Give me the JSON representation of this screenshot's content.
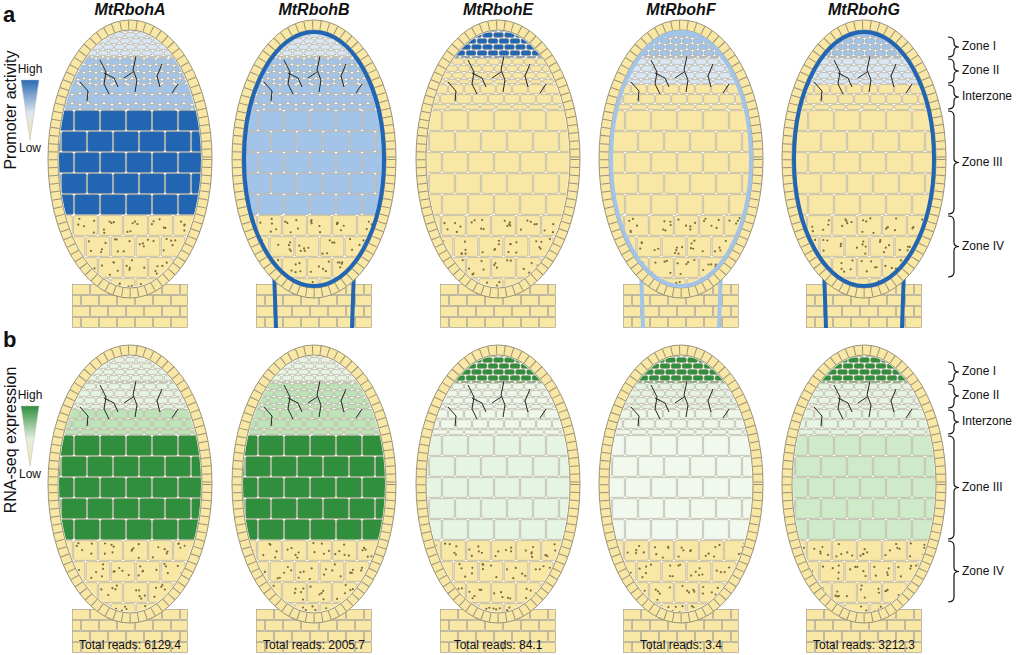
{
  "diagram": {
    "labels": [
      "a",
      "MtRbohA",
      "MtRbohB",
      "MtRbohE",
      "MtRbohF",
      "MtRbohG",
      "High",
      "Low",
      "Promoter activity",
      "Zone I",
      "Zone II",
      "Interzone",
      "Zone III",
      "Zone IV",
      "b",
      "High",
      "Low",
      "RNA-seq expression",
      "Zone I",
      "Zone II",
      "Interzone",
      "Zone III",
      "Zone IV",
      "Total reads: 6129.4",
      "Total reads: 2005.7",
      "Total reads: 84.1",
      "Total reads: 3.4",
      "Total reads: 3212.3"
    ]
  }
}
